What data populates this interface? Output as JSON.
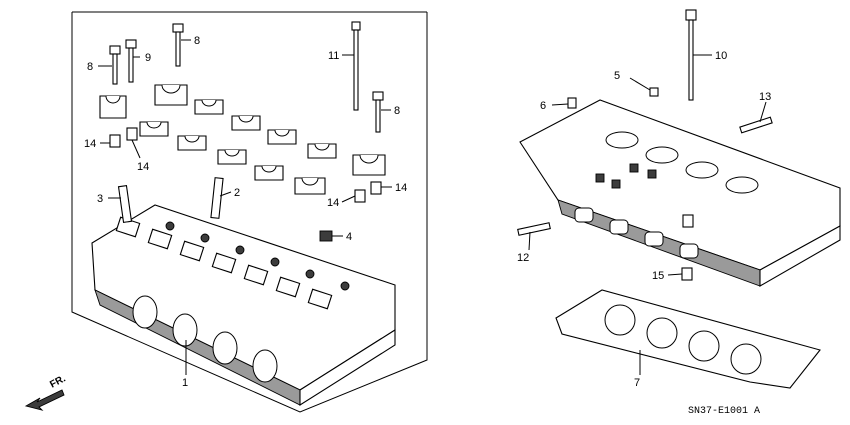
{
  "callouts": {
    "c1": "1",
    "c2": "2",
    "c3": "3",
    "c4": "4",
    "c5": "5",
    "c6": "6",
    "c7": "7",
    "c8a": "8",
    "c8b": "8",
    "c8c": "8",
    "c9": "9",
    "c10": "10",
    "c11": "11",
    "c12": "12",
    "c13": "13",
    "c14a": "14",
    "c14b": "14",
    "c14c": "14",
    "c14d": "14",
    "c15": "15"
  },
  "direction_label": "FR.",
  "diagram_code": "SN37-E1001 A",
  "icons": {
    "direction_arrow": "arrow-down-left-icon"
  }
}
